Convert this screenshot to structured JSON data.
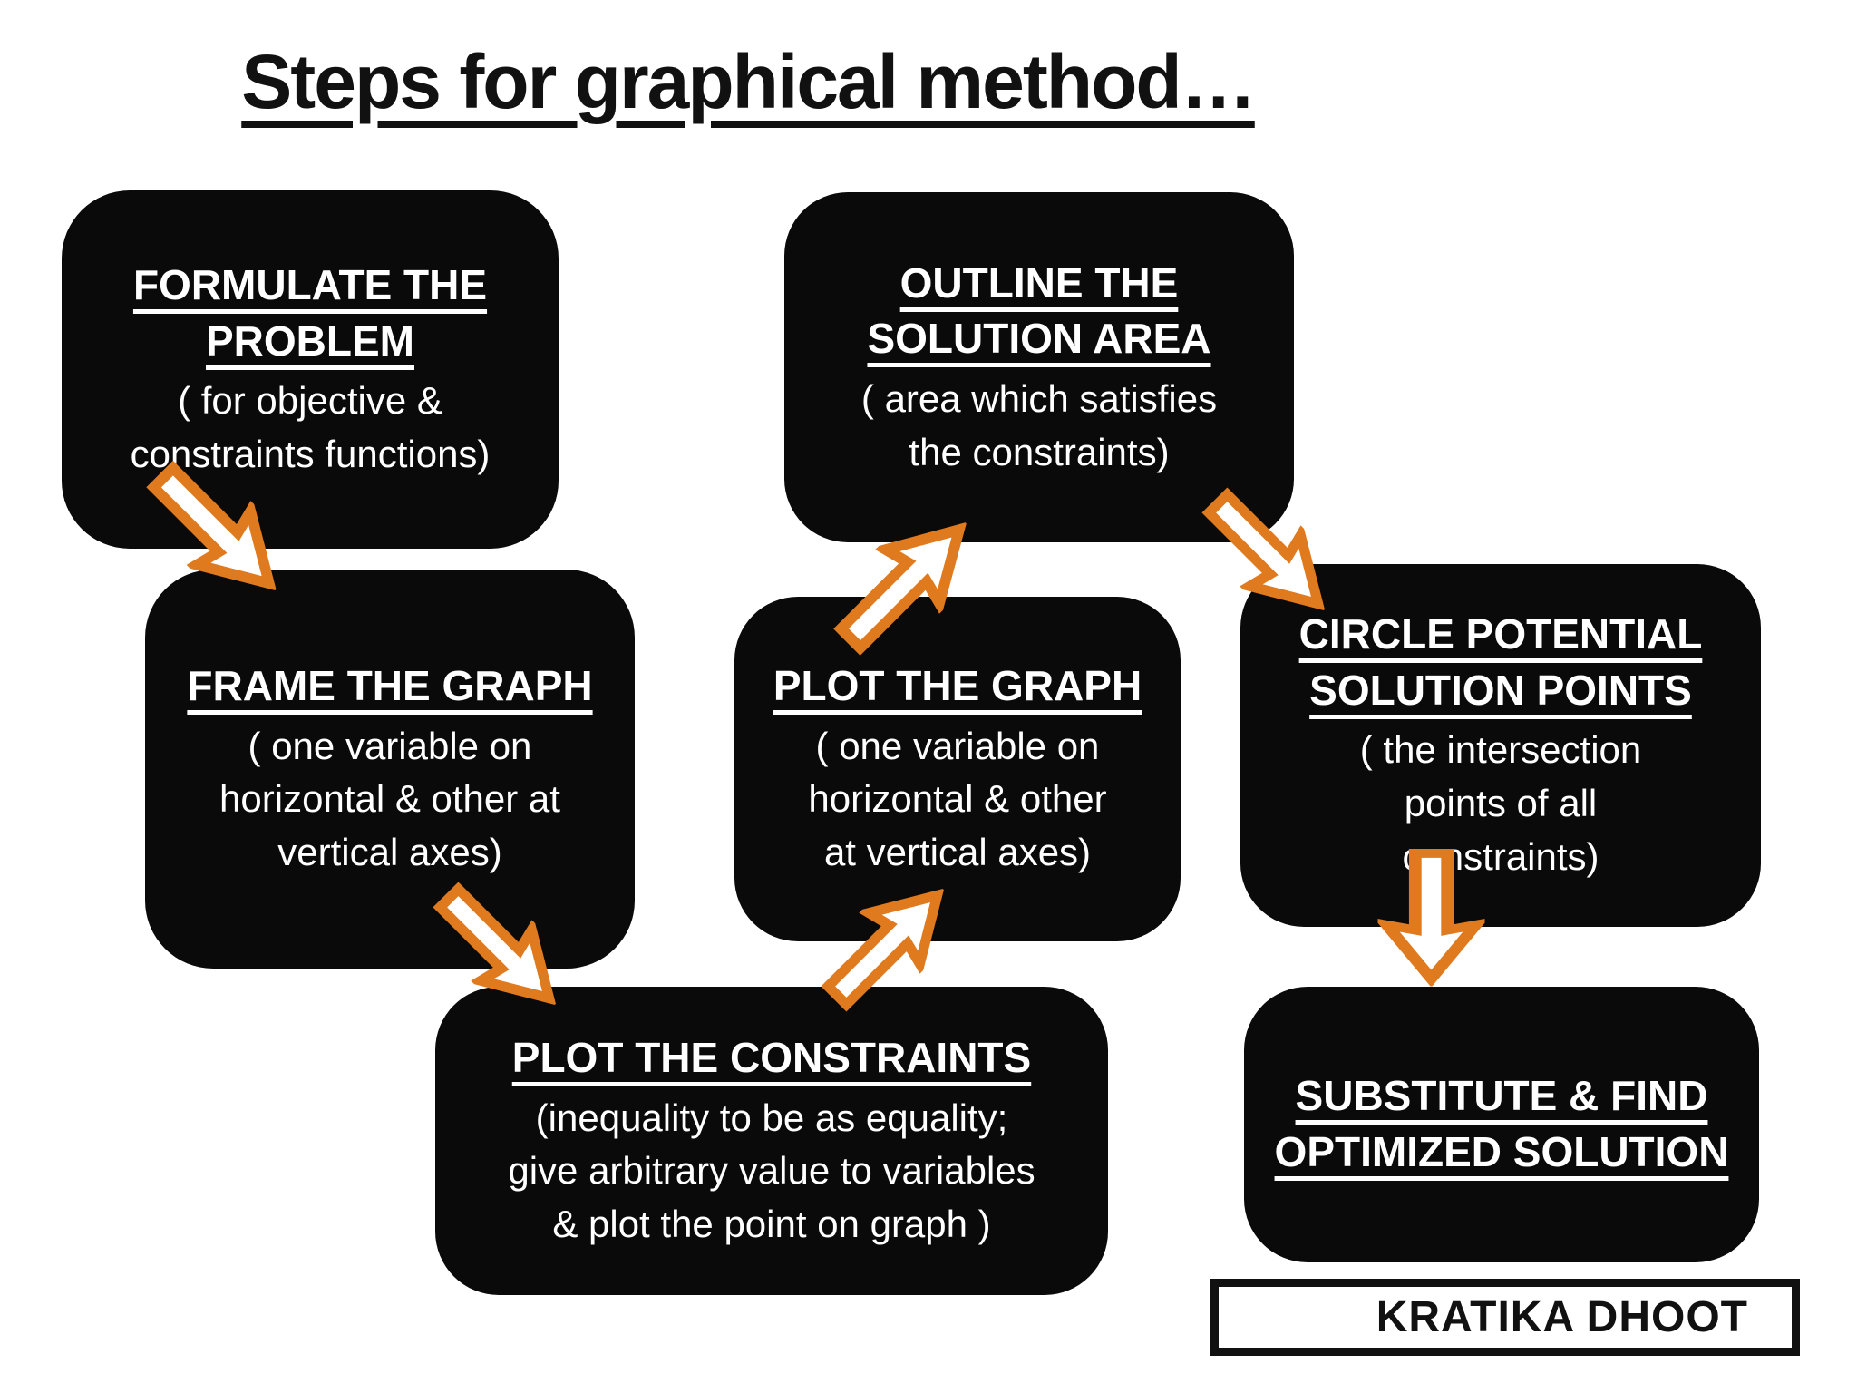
{
  "title": "Steps for graphical method…",
  "author_box": {
    "text": "KRATIKA DHOOT"
  },
  "steps": [
    {
      "id": "formulate-the-problem",
      "heading": "FORMULATE THE\nPROBLEM",
      "detail": "( for objective &\nconstraints functions)"
    },
    {
      "id": "frame-the-graph",
      "heading": "FRAME THE GRAPH",
      "detail": "( one variable on\nhorizontal & other at\nvertical axes)"
    },
    {
      "id": "plot-the-constraints",
      "heading": "PLOT THE CONSTRAINTS",
      "detail": "(inequality to be as equality;\ngive arbitrary value to variables\n& plot the point on graph )"
    },
    {
      "id": "plot-the-graph",
      "heading": "PLOT THE GRAPH",
      "detail": "( one variable on\nhorizontal & other\nat vertical axes)"
    },
    {
      "id": "outline-the-solution-area",
      "heading": "OUTLINE THE\nSOLUTION AREA",
      "detail": "( area which satisfies\nthe constraints)"
    },
    {
      "id": "circle-potential-solution-points",
      "heading": "CIRCLE POTENTIAL\nSOLUTION POINTS",
      "detail": "( the intersection\npoints of all\nconstraints)"
    },
    {
      "id": "substitute-and-find-optimized-solution",
      "heading": "SUBSTITUTE & FIND\nOPTIMIZED SOLUTION",
      "detail": ""
    }
  ],
  "connections": [
    {
      "from": "formulate-the-problem",
      "to": "frame-the-graph",
      "direction": "down-right"
    },
    {
      "from": "frame-the-graph",
      "to": "plot-the-constraints",
      "direction": "down-right"
    },
    {
      "from": "plot-the-constraints",
      "to": "plot-the-graph",
      "direction": "up-right"
    },
    {
      "from": "plot-the-graph",
      "to": "outline-the-solution-area",
      "direction": "up-right"
    },
    {
      "from": "outline-the-solution-area",
      "to": "circle-potential-solution-points",
      "direction": "down-right"
    },
    {
      "from": "circle-potential-solution-points",
      "to": "substitute-and-find-optimized-solution",
      "direction": "down"
    }
  ],
  "colors": {
    "page_bg": "#ffffff",
    "box_bg": "#0a0a0a",
    "box_text": "#ffffff",
    "arrow_fill": "#ffffff",
    "arrow_stroke": "#e07a1f",
    "title_text": "#111111"
  }
}
